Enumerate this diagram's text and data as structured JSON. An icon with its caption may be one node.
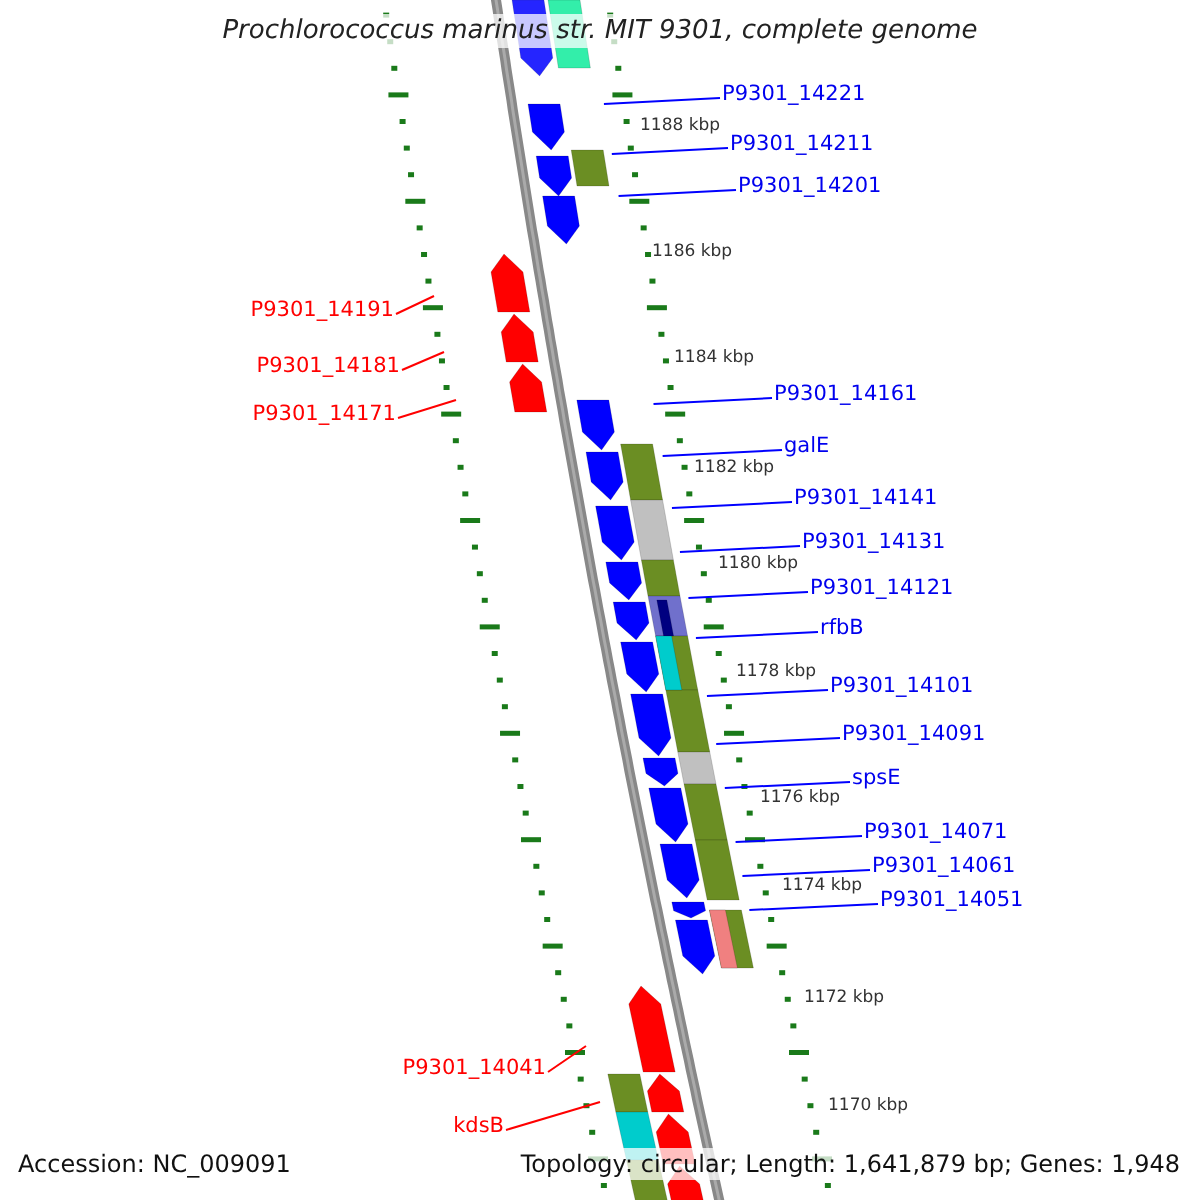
{
  "diagram": {
    "title": "Prochlorococcus marinus str. MIT 9301, complete genome",
    "nodes": [
      {
        "text": [
          "P9301_14221"
        ]
      },
      {
        "text": [
          "P9301_14211"
        ]
      },
      {
        "text": [
          "P9301_14201"
        ]
      },
      {
        "text": [
          "P9301_14191"
        ]
      },
      {
        "text": [
          "P9301_14181"
        ]
      },
      {
        "text": [
          "P9301_14171"
        ]
      },
      {
        "text": [
          "P9301_14161"
        ]
      },
      {
        "text": [
          "galE"
        ]
      },
      {
        "text": [
          "P9301_14141"
        ]
      },
      {
        "text": [
          "P9301_14131"
        ]
      },
      {
        "text": [
          "P9301_14121"
        ]
      },
      {
        "text": [
          "rfbB"
        ]
      },
      {
        "text": [
          "P9301_14101"
        ]
      },
      {
        "text": [
          "P9301_14091"
        ]
      },
      {
        "text": [
          "spsE"
        ]
      },
      {
        "text": [
          "P9301_14071"
        ]
      },
      {
        "text": [
          "P9301_14061"
        ]
      },
      {
        "text": [
          "P9301_14051"
        ]
      },
      {
        "text": [
          "P9301_14041"
        ]
      },
      {
        "text": [
          "kdsB"
        ]
      }
    ],
    "edges": [
      {
        "from": 0,
        "to": null,
        "arrow": "none"
      },
      {
        "from": 1,
        "to": null,
        "arrow": "none"
      },
      {
        "from": 2,
        "to": null,
        "arrow": "none"
      },
      {
        "from": 3,
        "to": null,
        "arrow": "none",
        "color": "#ff0000"
      },
      {
        "from": 4,
        "to": null,
        "arrow": "none",
        "color": "#ff0000"
      },
      {
        "from": 5,
        "to": null,
        "arrow": "none",
        "color": "#ff0000"
      },
      {
        "from": 6,
        "to": null,
        "arrow": "none"
      },
      {
        "from": 7,
        "to": null,
        "arrow": "none"
      },
      {
        "from": 8,
        "to": null,
        "arrow": "none"
      },
      {
        "from": 9,
        "to": null,
        "arrow": "none"
      },
      {
        "from": 10,
        "to": null,
        "arrow": "none"
      },
      {
        "from": 11,
        "to": null,
        "arrow": "none"
      },
      {
        "from": 12,
        "to": null,
        "arrow": "none"
      },
      {
        "from": 13,
        "to": null,
        "arrow": "none"
      },
      {
        "from": 14,
        "to": null,
        "arrow": "none"
      },
      {
        "from": 15,
        "to": null,
        "arrow": "none"
      },
      {
        "from": 16,
        "to": null,
        "arrow": "none"
      },
      {
        "from": 17,
        "to": null,
        "arrow": "none"
      },
      {
        "from": 18,
        "to": null,
        "arrow": "none",
        "color": "#ff0000"
      },
      {
        "from": 19,
        "to": null,
        "arrow": "none",
        "color": "#ff0000"
      }
    ],
    "labels": [
      "1188 kbp",
      "1186 kbp",
      "1184 kbp",
      "1182 kbp",
      "1180 kbp",
      "1178 kbp",
      "1176 kbp",
      "1174 kbp",
      "1172 kbp",
      "1170 kbp",
      "Accession: NC_009091",
      "Topology: circular; Length: 1,641,879 bp; Genes: 1,948"
    ]
  }
}
